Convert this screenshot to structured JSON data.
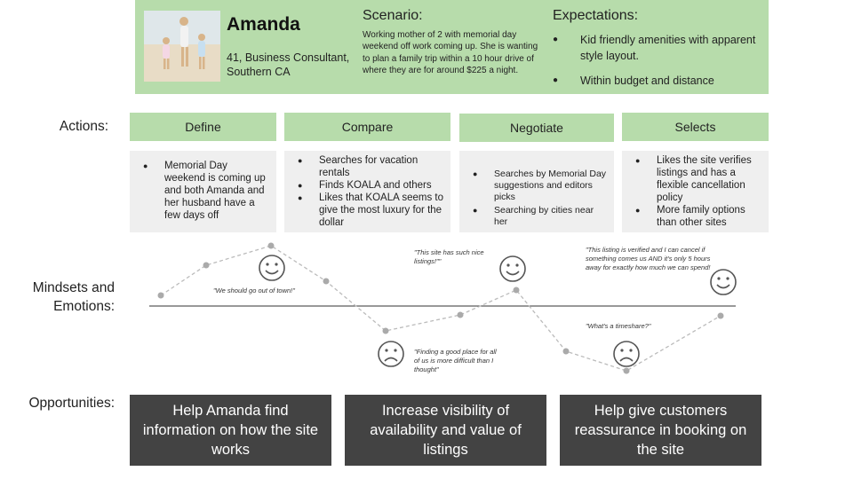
{
  "persona": {
    "name": "Amanda",
    "description": "41, Business Consultant, Southern CA",
    "scenario_title": "Scenario:",
    "scenario_text": "Working mother of 2 with memorial day weekend off work coming up. She is wanting to plan a family trip within a 10 hour drive of where they are for around $225 a night.",
    "expectations_title": "Expectations:",
    "expectations": [
      "Kid friendly amenities with apparent style layout.",
      "Within budget and distance"
    ]
  },
  "row_labels": {
    "actions": "Actions:",
    "mindsets_line1": "Mindsets and",
    "mindsets_line2": "Emotions:",
    "opportunities": "Opportunities:"
  },
  "stages": [
    {
      "label": "Define",
      "items": [
        "Memorial Day weekend is coming up and both Amanda and her husband have a few days off"
      ]
    },
    {
      "label": "Compare",
      "items": [
        "Searches for vacation rentals",
        "Finds KOALA and others",
        "Likes that KOALA seems to give the most luxury for the dollar"
      ]
    },
    {
      "label": "Negotiate",
      "items": [
        "Searches by Memorial Day suggestions and editors picks",
        "Searching by cities near her"
      ]
    },
    {
      "label": "Selects",
      "items": [
        "Likes the site verifies listings and has a flexible cancellation policy",
        "More family options than other sites"
      ]
    }
  ],
  "emotion_curve": {
    "line_color": "#bbbbbb",
    "dot_color": "#aaaaaa",
    "face_color": "#555555",
    "quotes": [
      "\"We should go out of town!\"",
      "\"Finding a good place for all of us is more difficult than I thought\"",
      "\"This site has such nice listings!\"\"",
      "\"This listing is verified and I can cancel if something comes us AND it's only 5 hours away for exactly how much we can spend!",
      "\"What's a timeshare?\""
    ],
    "faces": [
      "happy-face-icon",
      "sad-face-icon",
      "happy-face-icon",
      "sad-face-icon",
      "happy-face-icon"
    ]
  },
  "opportunities": [
    "Help Amanda find information on how the site works",
    "Increase visibility of availability and value of listings",
    "Help give customers reassurance in booking on the site"
  ],
  "colors": {
    "green_header": "#b7dcab",
    "stage_box_bg": "#efefef",
    "opportunity_bg": "#434343"
  }
}
